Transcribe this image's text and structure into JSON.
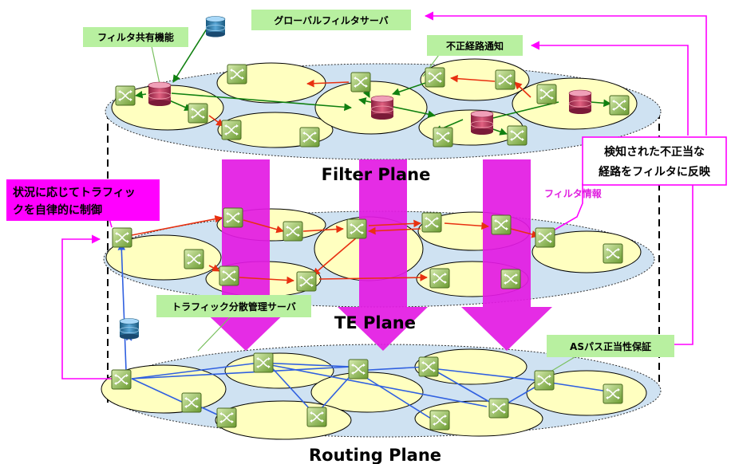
{
  "planes": {
    "filter": "Filter Plane",
    "te": "TE Plane",
    "routing": "Routing Plane"
  },
  "callouts": {
    "global_filter_server": "グローバルフィルタサーバ",
    "filter_sharing": "フィルタ共有機能",
    "illegal_route_notice": "不正経路通知",
    "detected_route_line1": "検知された不正当な",
    "detected_route_line2": "経路をフィルタに反映",
    "traffic_control_line1": "状況に応じてトラフィッ",
    "traffic_control_line2": "クを自律的に制御",
    "traffic_server": "トラフィック分散管理サーバ",
    "as_path": "ASパス正当性保証",
    "filter_info": "フィルタ情報"
  },
  "colors": {
    "plane_fill": "#cfe2f2",
    "domain_fill": "#ffffc0",
    "callout_green": "#b8f0a0",
    "magenta_box": "#ff00ff",
    "arrow_magenta": "#ff00ff",
    "red_link": "#e83010",
    "green_link": "#108010",
    "blue_link": "#3060e0"
  },
  "icons": {
    "router": "router-icon",
    "filter_db": "filter-database-icon",
    "server_db": "server-database-icon"
  }
}
